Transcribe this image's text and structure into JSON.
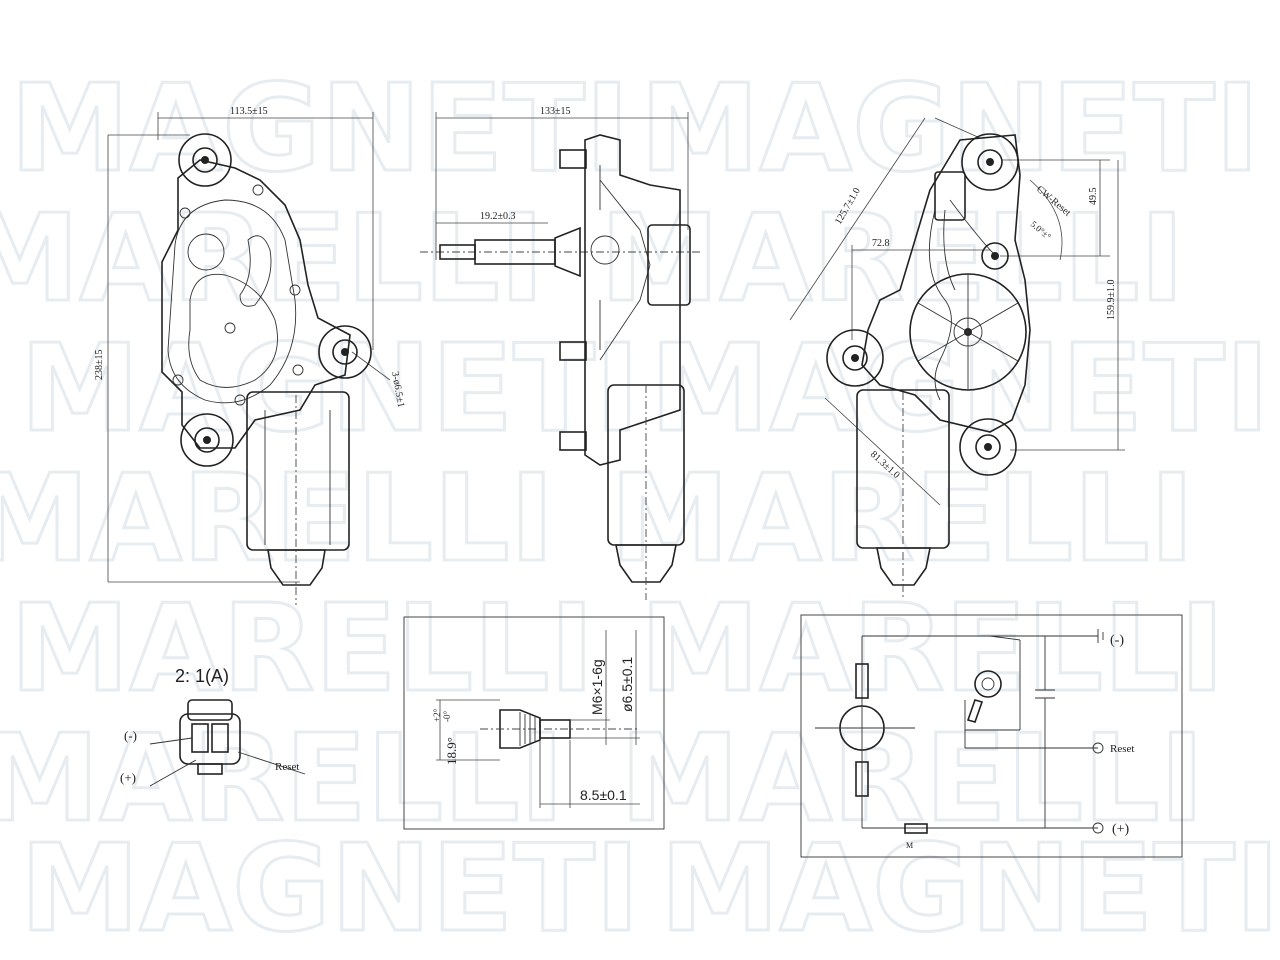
{
  "watermark": {
    "word1": "MAGNETI",
    "word2": "MARELLI"
  },
  "front_view": {
    "dim_width": "113.5±15",
    "dim_height": "238±15",
    "dim_holes": "3-ø6.5±1"
  },
  "side_view": {
    "dim_width": "133±15",
    "dim_shaft": "19.2±0.3"
  },
  "rear_view": {
    "dim_diag_top": "125.7±1.0",
    "dim_offset": "72.8",
    "dim_right_small": "49.5",
    "dim_right_big": "159.9±1.0",
    "dim_diag_bottom": "81.3±1.0",
    "rotation_label": "CW-Reset",
    "angle_label": "5.0°±°"
  },
  "connector": {
    "scale_label": "2: 1(A)",
    "minus_label": "(-)",
    "plus_label": "(+)",
    "reset_label": "Reset"
  },
  "shaft_detail": {
    "thread": "M6×1-6g",
    "diameter": "ø6.5±0.1",
    "diameter_left": "18.9°",
    "tol_top": "+2°",
    "tol_bottom": "-0°",
    "length": "8.5±0.1"
  },
  "schematic": {
    "minus_label": "(-)",
    "reset_label": "Reset",
    "plus_label": "(+)",
    "resistor_label": "M"
  }
}
